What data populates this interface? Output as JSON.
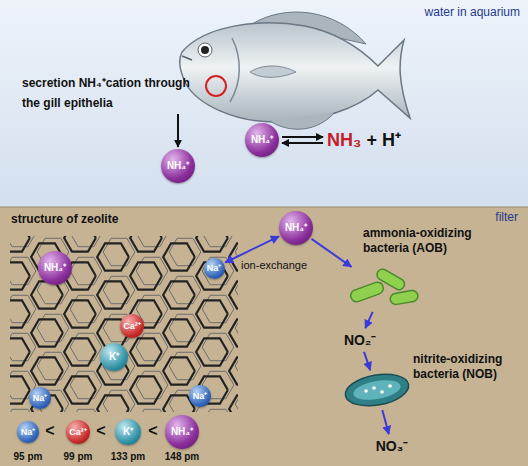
{
  "diagram": {
    "nodes": [
      {
        "text": [
          "water in aquarium"
        ]
      },
      {
        "text": [
          "secretion NH₄⁺cation through the gill epithelia"
        ],
        "in": 0
      },
      {
        "text": [
          "NH₄⁺"
        ],
        "in": 0
      },
      {
        "text": [
          "NH₄⁺"
        ],
        "in": 0
      },
      {
        "text": [
          "NH₃ + H⁺"
        ],
        "in": 0
      },
      {
        "text": [
          "filter"
        ]
      },
      {
        "text": [
          "structure of zeolite"
        ],
        "in": 5
      },
      {
        "text": [
          "NH₄⁺"
        ],
        "in": 6
      },
      {
        "text": [
          "Na⁺"
        ],
        "in": 6
      },
      {
        "text": [
          "Ca²⁺"
        ],
        "in": 6
      },
      {
        "text": [
          "K⁺"
        ],
        "in": 6
      },
      {
        "text": [
          "Na⁺"
        ],
        "in": 6
      },
      {
        "text": [
          "Na⁺"
        ],
        "in": 6
      },
      {
        "text": [
          "NH₄⁺"
        ],
        "in": 5
      },
      {
        "text": [
          "ammonia-oxidizing bacteria (AOB)"
        ],
        "in": 5
      },
      {
        "text": [
          "NO₂⁻"
        ],
        "in": 5
      },
      {
        "text": [
          "nitrite-oxidizing bacteria (NOB)"
        ],
        "in": 5
      },
      {
        "text": [
          "NO₃⁻"
        ],
        "in": 5
      },
      {
        "text": [
          "Na⁺"
        ],
        "in": 5
      },
      {
        "text": [
          "Ca²⁺"
        ],
        "in": 5
      },
      {
        "text": [
          "K⁺"
        ],
        "in": 5
      },
      {
        "text": [
          "NH₄⁺"
        ],
        "in": 5
      }
    ],
    "edges": [
      {
        "from": 1,
        "to": 2,
        "arrow": "to"
      },
      {
        "from": 3,
        "to": 4,
        "arrow": "both"
      },
      {
        "from": 13,
        "to": 8,
        "label": "ion-exchange",
        "arrow": "both"
      },
      {
        "from": 13,
        "to": 14,
        "arrow": "to"
      },
      {
        "from": 14,
        "to": 15,
        "arrow": "to"
      },
      {
        "from": 15,
        "to": 16,
        "arrow": "to"
      },
      {
        "from": 16,
        "to": 17,
        "arrow": "to"
      }
    ],
    "labels": [
      "<",
      "<",
      "<",
      "95 pm",
      "99 pm",
      "133 pm",
      "148 pm"
    ]
  }
}
